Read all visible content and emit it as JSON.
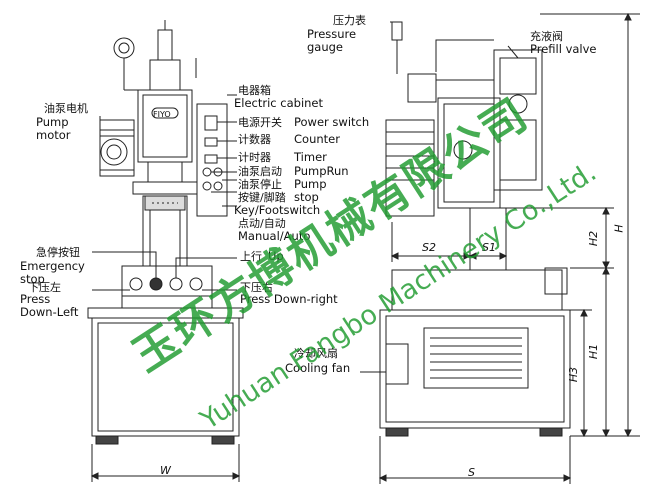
{
  "labels": {
    "pressure_gauge_zh": "压力表",
    "pressure_gauge_en1": "Pressure",
    "pressure_gauge_en2": "gauge",
    "prefill_zh": "充液阀",
    "prefill_en": "Prefill valve",
    "pump_motor_zh": "油泵电机",
    "pump_motor_en1": "Pump",
    "pump_motor_en2": "motor",
    "cabinet_zh": "电器箱",
    "cabinet_en": "Electric cabinet",
    "power_zh": "电源开关",
    "power_en": "Power switch",
    "counter_zh": "计数器",
    "counter_en": "Counter",
    "timer_zh": "计时器",
    "timer_en": "Timer",
    "pumprun_zh": "油泵启动",
    "pumprun_en": "PumpRun",
    "pumpstop_zh": "油泵停止",
    "pumpstop_en1": "Pump",
    "pumpstop_en2": "stop",
    "keyfoot_zh": "按键/脚踏",
    "keyfoot_en": "Key/Footswitch",
    "manual_zh": "点动/自动",
    "manual_en": "Manual/Auto",
    "estop_zh": "急停按钮",
    "estop_en1": "Emergency",
    "estop_en2": "stop",
    "up_zh": "上行",
    "up_en": "Up",
    "pdl_zh": "下压左",
    "pdl_en1": "Press",
    "pdl_en2": "Down-Left",
    "pdr_zh": "下压右",
    "pdr_en": "Press Down-right",
    "fan_zh": "冷却风扇",
    "fan_en": "Cooling fan",
    "logo": "FIYO"
  },
  "dimensions": {
    "W": "W",
    "S": "S",
    "S1": "S1",
    "S2": "S2",
    "H": "H",
    "H1": "H1",
    "H2": "H2",
    "H3": "H3"
  },
  "watermark": {
    "zh": "玉环方博机械有限公司",
    "en": "Yuhuan Fangbo Machinery Co.,Ltd."
  },
  "colors": {
    "line": "#222222",
    "watermark": "#1e9b2e"
  }
}
